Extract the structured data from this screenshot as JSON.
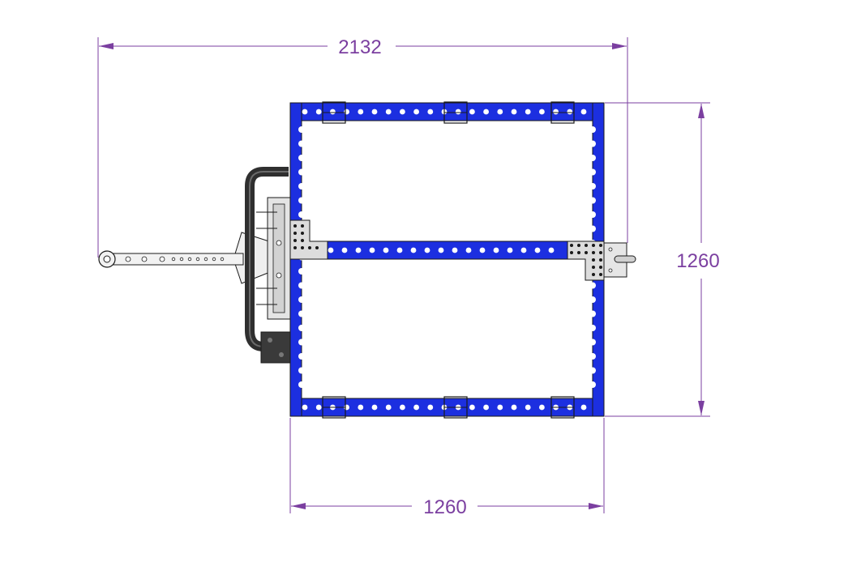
{
  "dimensions": {
    "overall_length": "2132",
    "frame_width": "1260",
    "frame_depth": "1260"
  },
  "colors": {
    "frame_blue": "#1c2fe0",
    "dimension_purple": "#7b3fa0",
    "outline_dark": "#1a1a1a",
    "hardware_gray": "#c8c8c8",
    "handle_dark": "#2f2f2f"
  }
}
